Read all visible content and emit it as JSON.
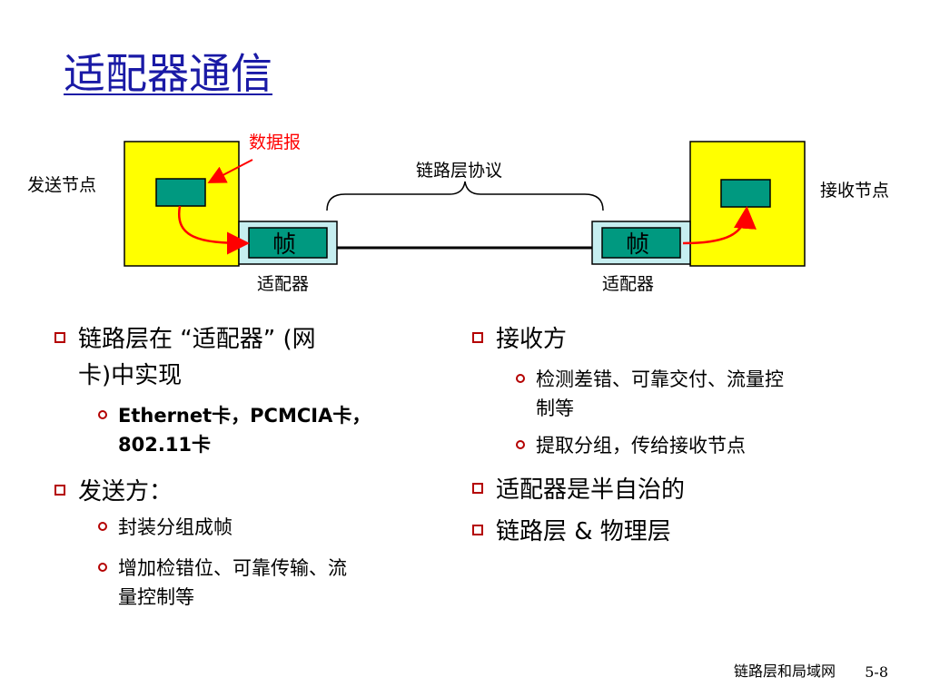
{
  "title": "适配器通信",
  "diagram": {
    "datagram_label": "数据报",
    "protocol_label": "链路层协议",
    "sender_label": "发送节点",
    "receiver_label": "接收节点",
    "frame_left": "帧",
    "frame_right": "帧",
    "adapter_left": "适配器",
    "adapter_right": "适配器",
    "colors": {
      "node": "#ffff00",
      "packet": "#009980",
      "adapter": "#c6eef0",
      "arrow": "#ff0000",
      "label_red": "#ff0000"
    }
  },
  "left": {
    "b1a": "链路层在 “适配器” (网",
    "b1b": "卡)中实现",
    "s1a": "Ethernet卡，PCMCIA卡，",
    "s1b": "802.11卡",
    "b2": "发送方：",
    "s2": "封装分组成帧",
    "s3a": "增加检错位、可靠传输、流",
    "s3b": "量控制等"
  },
  "right": {
    "b1": "接收方",
    "s1a": "检测差错、可靠交付、流量控",
    "s1b": "制等",
    "s2": "提取分组，传给接收节点",
    "b2": "适配器是半自治的",
    "b3": "链路层 & 物理层"
  },
  "footer": {
    "text": "链路层和局域网",
    "page": "5-8"
  }
}
